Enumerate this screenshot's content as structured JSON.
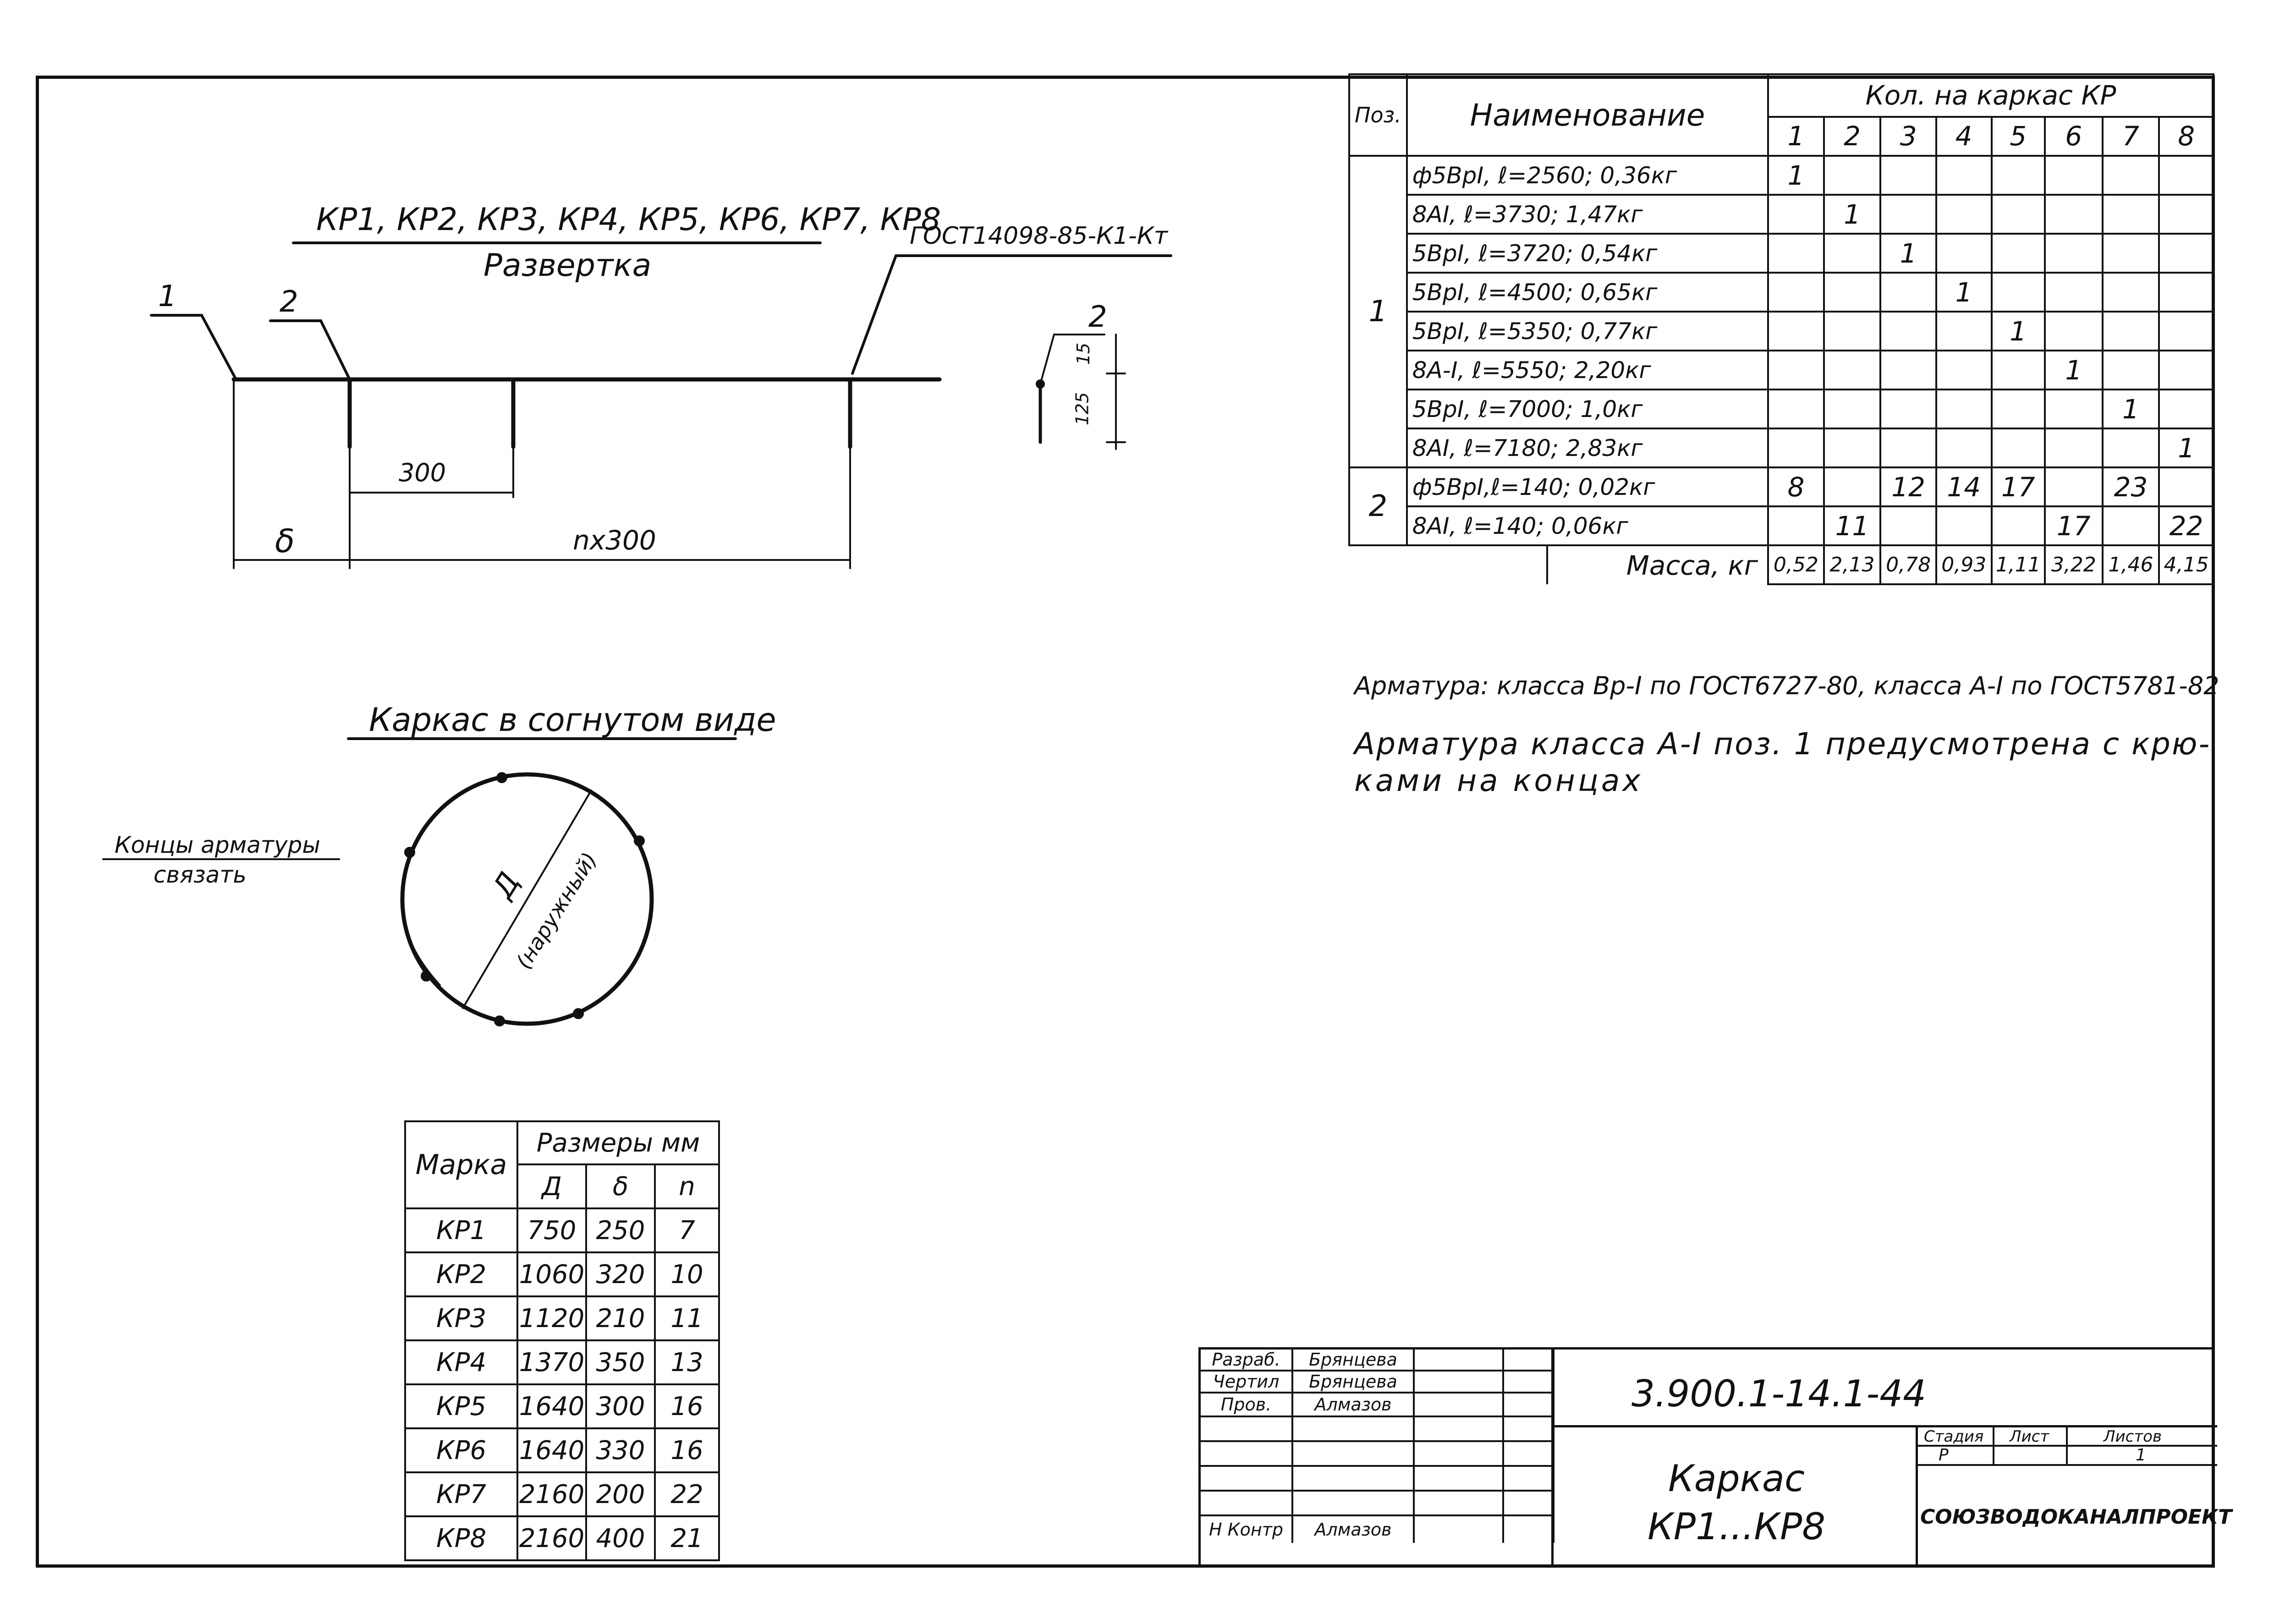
{
  "development": {
    "title": "КР1, КР2, КР3, КР4, КР5, КР6, КР7, КР8",
    "subtitle": "Развертка",
    "gost": "ГОСТ14098-85-К1-Кт",
    "callout1": "1",
    "callout2": "2",
    "dim_300": "300",
    "dim_delta": "δ",
    "dim_nx300": "nх300",
    "detail_label": "2",
    "detail_15": "15",
    "detail_125": "125"
  },
  "bent": {
    "title": "Каркас в согнутом виде",
    "note_line1": "Концы арматуры",
    "note_line2": "связать",
    "diam_label": "Д",
    "diam_note": "(наружный)"
  },
  "spec_table": {
    "head_pos": "Поз.",
    "head_name": "Наименование",
    "head_qty": "Кол. на каркас КР",
    "col_numbers": [
      "1",
      "2",
      "3",
      "4",
      "5",
      "6",
      "7",
      "8"
    ],
    "pos1": "1",
    "pos2": "2",
    "rows": [
      {
        "name": "ф5ВрI, ℓ=2560; 0,36кг",
        "q": [
          "1",
          "",
          "",
          "",
          "",
          "",
          "",
          ""
        ]
      },
      {
        "name": "8АI, ℓ=3730; 1,47кг",
        "q": [
          "",
          "1",
          "",
          "",
          "",
          "",
          "",
          ""
        ]
      },
      {
        "name": "5ВрI, ℓ=3720; 0,54кг",
        "q": [
          "",
          "",
          "1",
          "",
          "",
          "",
          "",
          ""
        ]
      },
      {
        "name": "5ВрI, ℓ=4500; 0,65кг",
        "q": [
          "",
          "",
          "",
          "1",
          "",
          "",
          "",
          ""
        ]
      },
      {
        "name": "5ВрI, ℓ=5350; 0,77кг",
        "q": [
          "",
          "",
          "",
          "",
          "1",
          "",
          "",
          ""
        ]
      },
      {
        "name": "8А-I, ℓ=5550; 2,20кг",
        "q": [
          "",
          "",
          "",
          "",
          "",
          "1",
          "",
          ""
        ]
      },
      {
        "name": "5ВрI, ℓ=7000; 1,0кг",
        "q": [
          "",
          "",
          "",
          "",
          "",
          "",
          "1",
          ""
        ]
      },
      {
        "name": "8АI, ℓ=7180; 2,83кг",
        "q": [
          "",
          "",
          "",
          "",
          "",
          "",
          "",
          "1"
        ]
      },
      {
        "name": "ф5ВрI,ℓ=140; 0,02кг",
        "q": [
          "8",
          "",
          "12",
          "14",
          "17",
          "",
          "23",
          ""
        ]
      },
      {
        "name": "8АI, ℓ=140; 0,06кг",
        "q": [
          "",
          "11",
          "",
          "",
          "",
          "17",
          "",
          "22"
        ]
      }
    ],
    "mass_label": "Масса, кг",
    "mass": [
      "0,52",
      "2,13",
      "0,78",
      "0,93",
      "1,11",
      "3,22",
      "1,46",
      "4,15"
    ]
  },
  "notes": {
    "line1": "Арматура: класса Вр-I по ГОСТ6727-80, класса А-I по ГОСТ5781-82",
    "line2": "Арматура класса А-I поз. 1 предусмотрена с крю-",
    "line3": "ками на концах"
  },
  "dims_table": {
    "head_mark": "Марка",
    "head_sizes": "Размеры мм",
    "head_D": "Д",
    "head_delta": "δ",
    "head_n": "n",
    "rows": [
      {
        "mark": "КР1",
        "D": "750",
        "delta": "250",
        "n": "7"
      },
      {
        "mark": "КР2",
        "D": "1060",
        "delta": "320",
        "n": "10"
      },
      {
        "mark": "КР3",
        "D": "1120",
        "delta": "210",
        "n": "11"
      },
      {
        "mark": "КР4",
        "D": "1370",
        "delta": "350",
        "n": "13"
      },
      {
        "mark": "КР5",
        "D": "1640",
        "delta": "300",
        "n": "16"
      },
      {
        "mark": "КР6",
        "D": "1640",
        "delta": "330",
        "n": "16"
      },
      {
        "mark": "КР7",
        "D": "2160",
        "delta": "200",
        "n": "22"
      },
      {
        "mark": "КР8",
        "D": "2160",
        "delta": "400",
        "n": "21"
      }
    ]
  },
  "title_block": {
    "role_dev": "Разраб.",
    "role_draw": "Чертил",
    "role_check": "Пров.",
    "role_norm": "Н Контр",
    "name_dev": "Брянцева",
    "name_draw": "Брянцева",
    "name_check": "Алмазов",
    "name_norm": "Алмазов",
    "doc_code": "3.900.1-14.1-44",
    "product_line1": "Каркас",
    "product_line2": "КР1...КР8",
    "stage_label": "Стадия",
    "sheet_label": "Лист",
    "sheets_label": "Листов",
    "stage": "Р",
    "sheets": "1",
    "org": "СОЮЗВОДОКАНАЛПРОЕКТ"
  }
}
